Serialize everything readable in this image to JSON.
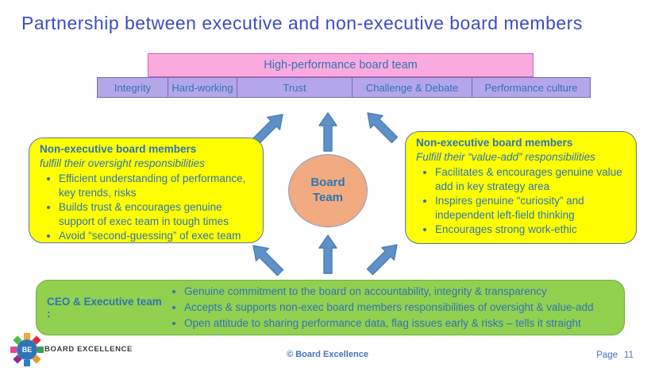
{
  "title": "Partnership between executive and non-executive board members",
  "top_banner": {
    "header": "High-performance board team",
    "values": [
      "Integrity",
      "Hard-working",
      "Trust",
      "Challenge & Debate",
      "Performance culture"
    ]
  },
  "circle": {
    "line1": "Board",
    "line2": "Team"
  },
  "left_box": {
    "title": "Non-executive board members",
    "subtitle": "fulfill their oversight responsibilities",
    "bullets": [
      "Efficient understanding of performance, key trends, risks",
      "Builds trust & encourages genuine support of exec team in tough times",
      "Avoid “second-guessing” of exec team"
    ]
  },
  "right_box": {
    "title": "Non-executive board members",
    "subtitle": "Fulfill their “value-add” responsibilities",
    "bullets": [
      "Facilitates & encourages genuine value add in key strategy area",
      "Inspires genuine “curiosity” and independent left-field thinking",
      "Encourages strong work-ethic"
    ]
  },
  "bottom_box": {
    "label": "CEO & Executive team :",
    "bullets": [
      "Genuine commitment to the board on accountability, integrity & transparency",
      "Accepts & supports non-exec board members responsibilities of oversight & value-add",
      "Open attitude to sharing performance data, flag issues early & risks – tells it straight"
    ]
  },
  "logo": {
    "initials": "BE",
    "name": "BOARD EXCELLENCE"
  },
  "footer": {
    "copyright": "© Board Excellence",
    "page_label": "Page",
    "page_number": "11"
  },
  "colors": {
    "title_blue": "#3A4EC2",
    "text_blue": "#2E75B6",
    "pink": "#FBAADF",
    "purple": "#B5A6E9",
    "yellow": "#FFFF00",
    "green": "#92D050",
    "circle_orange": "#F2AA80",
    "arrow_blue": "#6090C8",
    "footer_blue": "#4472C4"
  }
}
